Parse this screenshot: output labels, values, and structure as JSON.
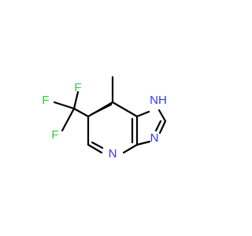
{
  "molecule": {
    "atoms": {
      "f_top": "F",
      "f_left": "F",
      "f_bottom": "F",
      "nh": "NH",
      "n_imidazole": "N",
      "n_pyridine": "N"
    },
    "colors": {
      "bond": "#000000",
      "nitrogen": "#3333ff",
      "fluorine": "#33cc33"
    }
  }
}
